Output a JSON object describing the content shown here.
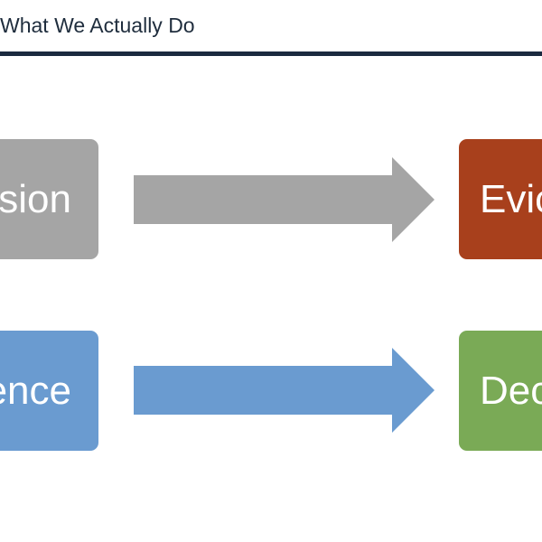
{
  "slide": {
    "title": "What We Actually Do"
  },
  "diagram": {
    "row1": {
      "source_label": "sion",
      "target_label": "Evic"
    },
    "row2": {
      "source_label": "ence",
      "target_label": "Dec"
    }
  },
  "colors": {
    "title_rule": "#1b2a3f",
    "gray": "#a5a5a5",
    "rust": "#a8401c",
    "blue": "#6a9bd0",
    "green": "#7aaa56"
  }
}
